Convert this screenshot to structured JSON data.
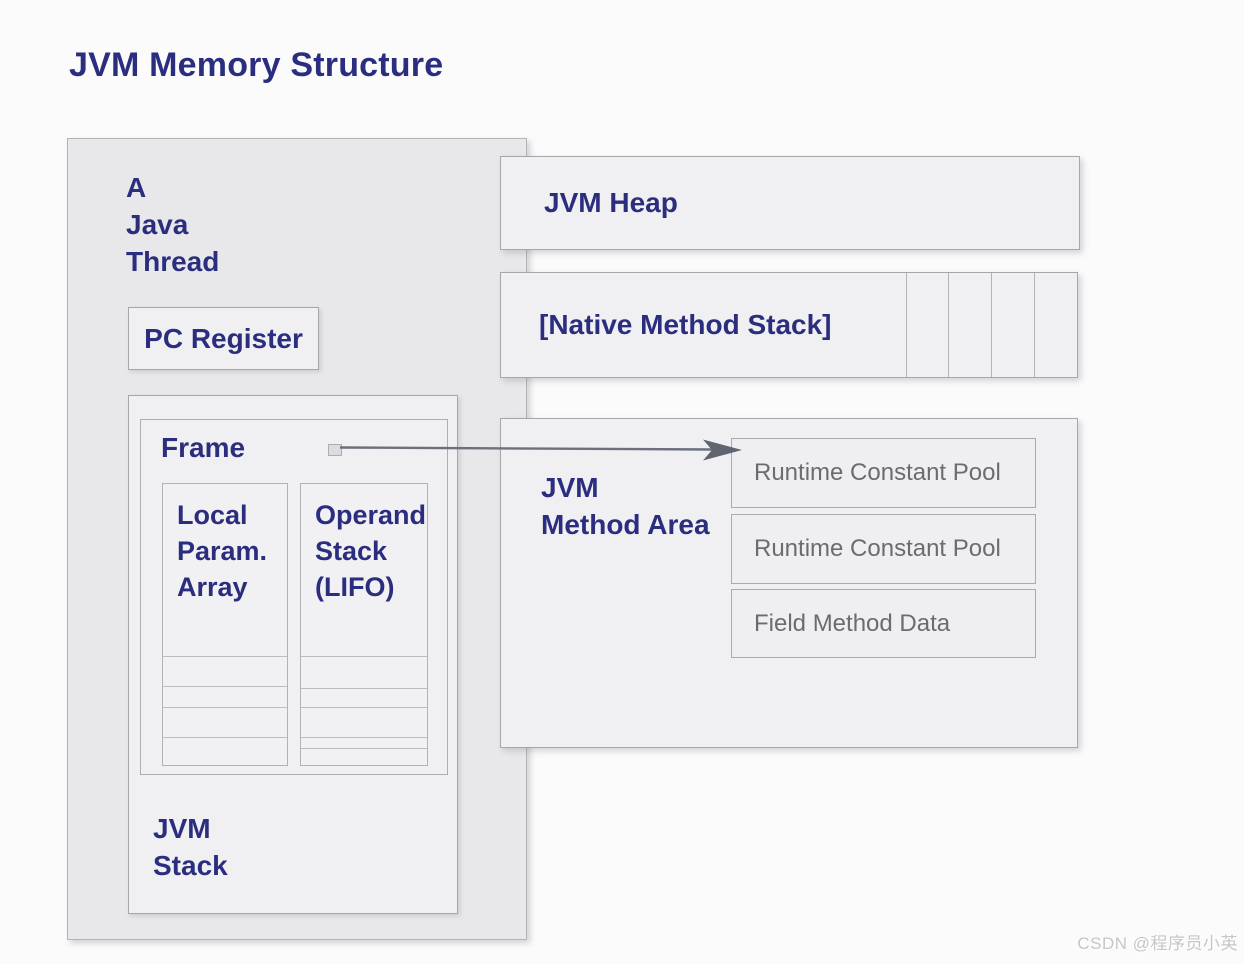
{
  "title": "JVM Memory Structure",
  "watermark": "CSDN @程序员小英",
  "colors": {
    "navy": "#2b2e7e",
    "gray_label": "#6b6b72",
    "panel_fill": "#e8e8ea",
    "box_fill": "#f0eff2",
    "border": "#a6a6ab",
    "line": "#bdbdc1",
    "arrow": "#6b707b",
    "watermark": "#c6c6c6",
    "background": "#fbfbfc"
  },
  "thread_panel": {
    "thread_label": "A\nJava\nThread",
    "pc_register_label": "PC Register",
    "jvm_stack_label": "JVM\nStack",
    "frame": {
      "label": "Frame",
      "columns": [
        {
          "label": "Local\nParam.\nArray"
        },
        {
          "label": "Operand\nStack\n(LIFO)"
        }
      ]
    }
  },
  "heap": {
    "label": "JVM Heap"
  },
  "native_method_stack": {
    "label": "[Native Method Stack]"
  },
  "method_area": {
    "label": "JVM\nMethod Area",
    "items": [
      {
        "label": "Runtime Constant Pool"
      },
      {
        "label": "Runtime Constant Pool"
      },
      {
        "label": "Field Method Data"
      }
    ]
  }
}
